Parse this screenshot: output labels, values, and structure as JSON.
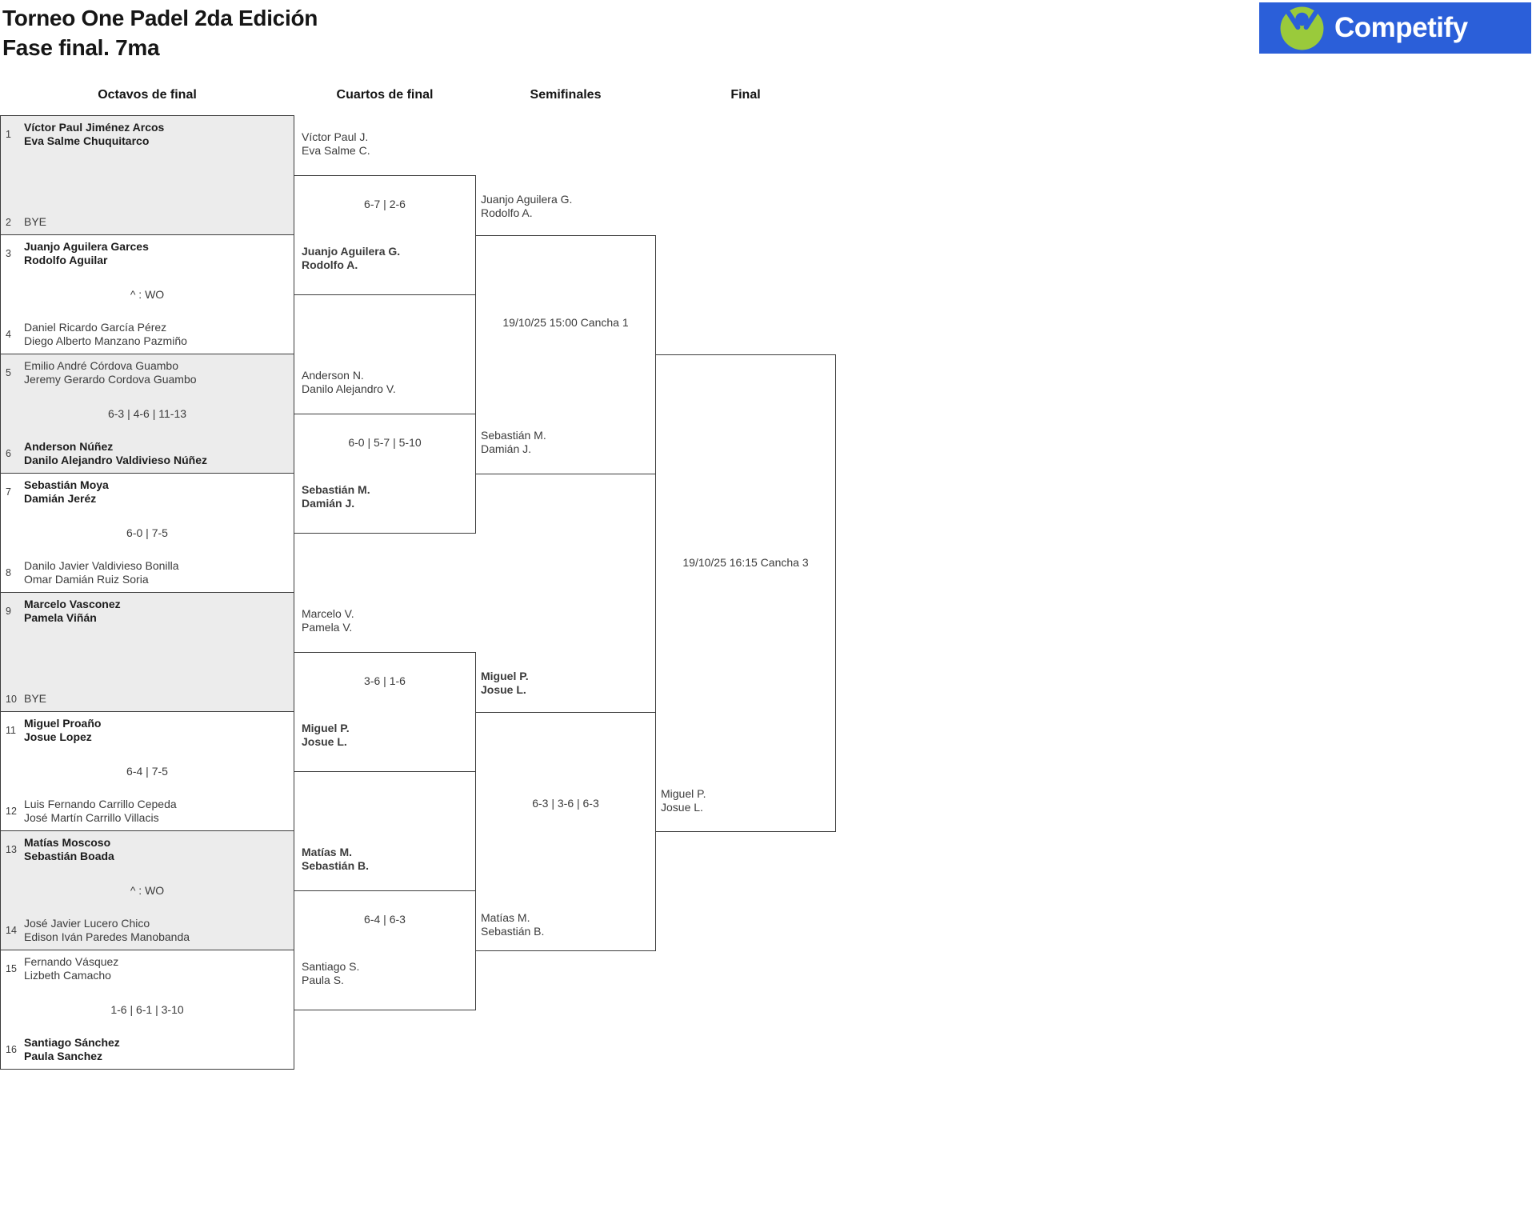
{
  "title": {
    "line1": "Torneo One Padel 2da Edición",
    "line2": "Fase final. 7ma"
  },
  "logo": {
    "wordmark": "Competify",
    "bg_color": "#2b5fd9",
    "icon_color": "#9aca3b",
    "icon": "person-raised-arms-icon"
  },
  "round_headers": {
    "octavos": "Octavos de final",
    "cuartos": "Cuartos de final",
    "semifinales": "Semifinales",
    "final": "Final"
  },
  "octavos": [
    {
      "top": {
        "seed": "1",
        "name1": "Víctor Paul Jiménez Arcos",
        "name2": "Eva Salme Chuquitarco",
        "winner": true
      },
      "bottom": {
        "seed": "2",
        "name1": "BYE",
        "name2": "",
        "winner": false
      },
      "score": ""
    },
    {
      "top": {
        "seed": "3",
        "name1": "Juanjo Aguilera Garces",
        "name2": "Rodolfo Aguilar",
        "winner": true
      },
      "bottom": {
        "seed": "4",
        "name1": "Daniel Ricardo García Pérez",
        "name2": "Diego Alberto Manzano Pazmiño",
        "winner": false
      },
      "score": "^ : WO"
    },
    {
      "top": {
        "seed": "5",
        "name1": "Emilio André Córdova Guambo",
        "name2": "Jeremy Gerardo Cordova Guambo",
        "winner": false
      },
      "bottom": {
        "seed": "6",
        "name1": "Anderson Núñez",
        "name2": "Danilo Alejandro Valdivieso Núñez",
        "winner": true
      },
      "score": "6-3 | 4-6 | 11-13"
    },
    {
      "top": {
        "seed": "7",
        "name1": "Sebastián Moya",
        "name2": "Damián Jeréz",
        "winner": true
      },
      "bottom": {
        "seed": "8",
        "name1": "Danilo Javier Valdivieso Bonilla",
        "name2": "Omar Damián Ruiz Soria",
        "winner": false
      },
      "score": "6-0 | 7-5"
    },
    {
      "top": {
        "seed": "9",
        "name1": "Marcelo Vasconez",
        "name2": "Pamela Viñán",
        "winner": true
      },
      "bottom": {
        "seed": "10",
        "name1": "BYE",
        "name2": "",
        "winner": false
      },
      "score": ""
    },
    {
      "top": {
        "seed": "11",
        "name1": "Miguel Proaño",
        "name2": "Josue Lopez",
        "winner": true
      },
      "bottom": {
        "seed": "12",
        "name1": "Luis Fernando Carrillo Cepeda",
        "name2": "José Martín Carrillo Villacis",
        "winner": false
      },
      "score": "6-4 | 7-5"
    },
    {
      "top": {
        "seed": "13",
        "name1": "Matías Moscoso",
        "name2": "Sebastián Boada",
        "winner": true
      },
      "bottom": {
        "seed": "14",
        "name1": "José Javier Lucero Chico",
        "name2": "Edison Iván Paredes Manobanda",
        "winner": false
      },
      "score": "^ : WO"
    },
    {
      "top": {
        "seed": "15",
        "name1": "Fernando Vásquez",
        "name2": "Lizbeth Camacho",
        "winner": false
      },
      "bottom": {
        "seed": "16",
        "name1": "Santiago Sánchez",
        "name2": "Paula Sanchez",
        "winner": true
      },
      "score": "1-6 | 6-1 | 3-10"
    }
  ],
  "cuartos": [
    {
      "top": {
        "name1": "Víctor Paul J.",
        "name2": "Eva Salme C.",
        "winner": false
      },
      "bottom": {
        "name1": "Juanjo Aguilera G.",
        "name2": "Rodolfo A.",
        "winner": true
      },
      "score": "6-7 | 2-6"
    },
    {
      "top": {
        "name1": "Anderson N.",
        "name2": "Danilo Alejandro V.",
        "winner": false
      },
      "bottom": {
        "name1": "Sebastián M.",
        "name2": "Damián J.",
        "winner": true
      },
      "score": "6-0 | 5-7 | 5-10"
    },
    {
      "top": {
        "name1": "Marcelo V.",
        "name2": "Pamela V.",
        "winner": false
      },
      "bottom": {
        "name1": "Miguel P.",
        "name2": "Josue L.",
        "winner": true
      },
      "score": "3-6 | 1-6"
    },
    {
      "top": {
        "name1": "Matías M.",
        "name2": "Sebastián B.",
        "winner": true
      },
      "bottom": {
        "name1": "Santiago S.",
        "name2": "Paula S.",
        "winner": false
      },
      "score": "6-4 | 6-3"
    }
  ],
  "semifinales": [
    {
      "top": {
        "name1": "Juanjo Aguilera G.",
        "name2": "Rodolfo A.",
        "winner": false
      },
      "bottom": {
        "name1": "Sebastián M.",
        "name2": "Damián J.",
        "winner": false
      },
      "info": "19/10/25 15:00 Cancha 1"
    },
    {
      "top": {
        "name1": "Miguel P.",
        "name2": "Josue L.",
        "winner": true
      },
      "bottom": {
        "name1": "Matías M.",
        "name2": "Sebastián B.",
        "winner": false
      },
      "score": "6-3 | 3-6 | 6-3"
    }
  ],
  "final": {
    "info": "19/10/25 16:15 Cancha 3",
    "bottom": {
      "name1": "Miguel P.",
      "name2": "Josue L.",
      "winner": false
    }
  }
}
